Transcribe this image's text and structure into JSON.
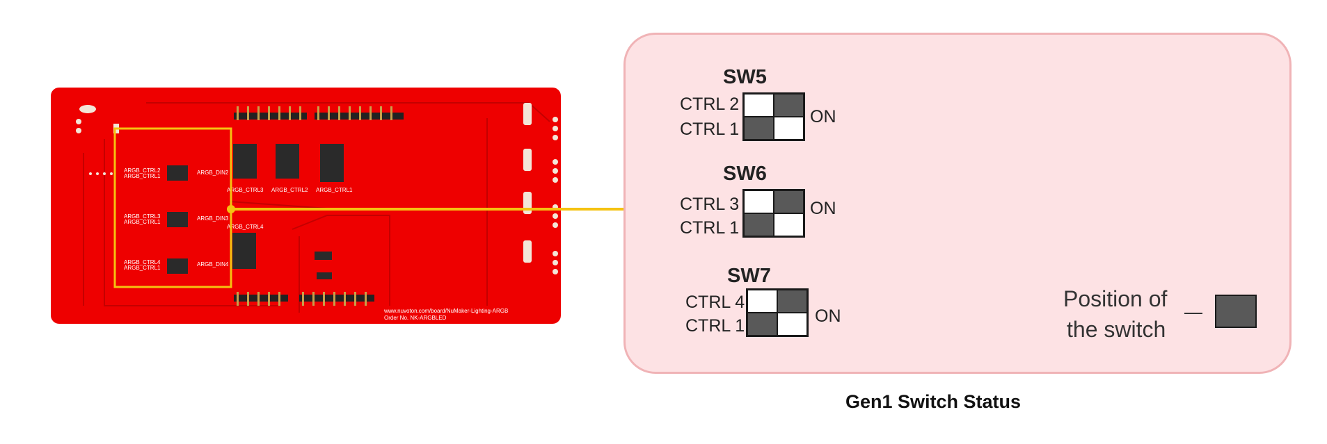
{
  "board": {
    "labels": {
      "argb_ctrl2": "ARGB_CTRL2",
      "argb_ctrl1_a": "ARGB_CTRL1",
      "argb_din2": "ARGB_DIN2",
      "argb_ctrl3_a": "ARGB_CTRL3",
      "argb_ctrl1_b": "ARGB_CTRL1",
      "argb_din3": "ARGB_DIN3",
      "argb_ctrl4_a": "ARGB_CTRL4",
      "argb_ctrl1_c": "ARGB_CTRL1",
      "argb_din4": "ARGB_DIN4",
      "argb_ctrl3_b": "ARGB_CTRL3",
      "argb_ctrl2_b": "ARGB_CTRL2",
      "argb_ctrl1_d": "ARGB_CTRL1",
      "argb_ctrl4_b": "ARGB_CTRL4",
      "url": "www.nuvoton.com/board/NuMaker-Lighting-ARGB",
      "order": "Order No. NK-ARGBLED"
    },
    "colors": {
      "pcb": "#ee0000",
      "highlight": "#f5c211"
    }
  },
  "switches": [
    {
      "name": "SW5",
      "top_label": "CTRL 2",
      "bottom_label": "CTRL 1",
      "on_label": "ON"
    },
    {
      "name": "SW6",
      "top_label": "CTRL 3",
      "bottom_label": "CTRL 1",
      "on_label": "ON"
    },
    {
      "name": "SW7",
      "top_label": "CTRL 4",
      "bottom_label": "CTRL 1",
      "on_label": "ON"
    }
  ],
  "legend": {
    "line1": "Position of",
    "line2": "the switch"
  },
  "caption": "Gen1 Switch Status"
}
